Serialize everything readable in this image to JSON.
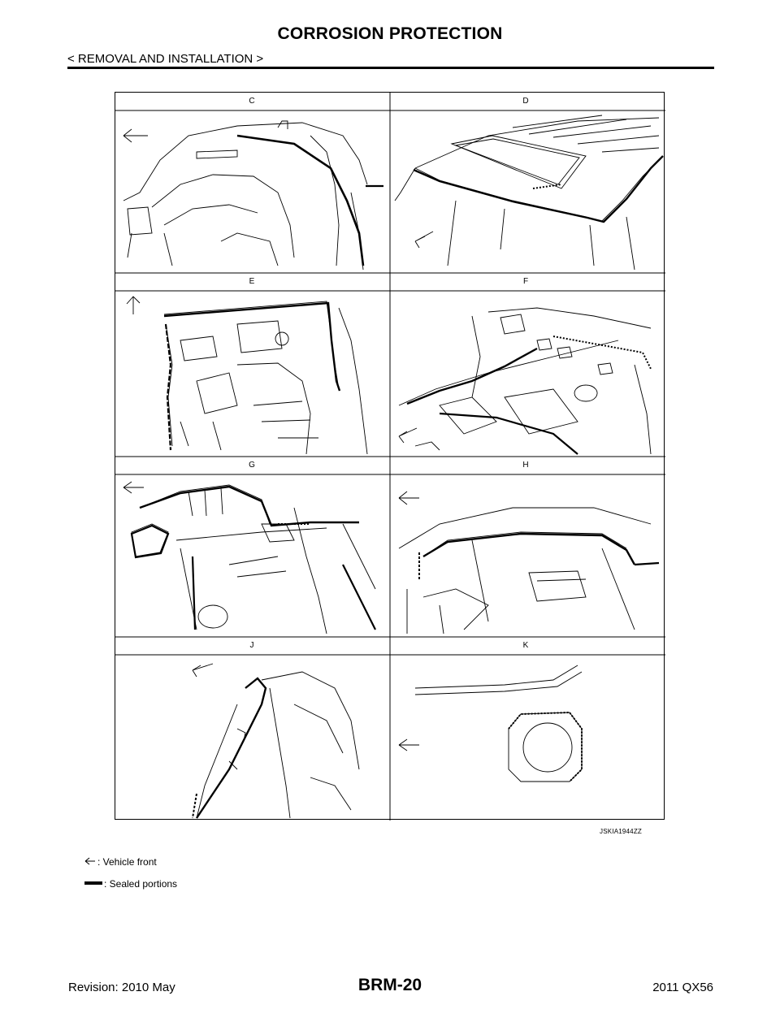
{
  "header": {
    "title": "CORROSION PROTECTION",
    "breadcrumb": "< REMOVAL AND INSTALLATION >"
  },
  "figure": {
    "panel_labels": [
      "C",
      "D",
      "E",
      "F",
      "G",
      "H",
      "J",
      "K"
    ],
    "figure_id": "JSKIA1944ZZ"
  },
  "legend": {
    "vehicle_front": ": Vehicle front",
    "sealed_portions": ": Sealed portions"
  },
  "footer": {
    "revision": "Revision: 2010 May",
    "page_code": "BRM-20",
    "model": "2011 QX56"
  }
}
